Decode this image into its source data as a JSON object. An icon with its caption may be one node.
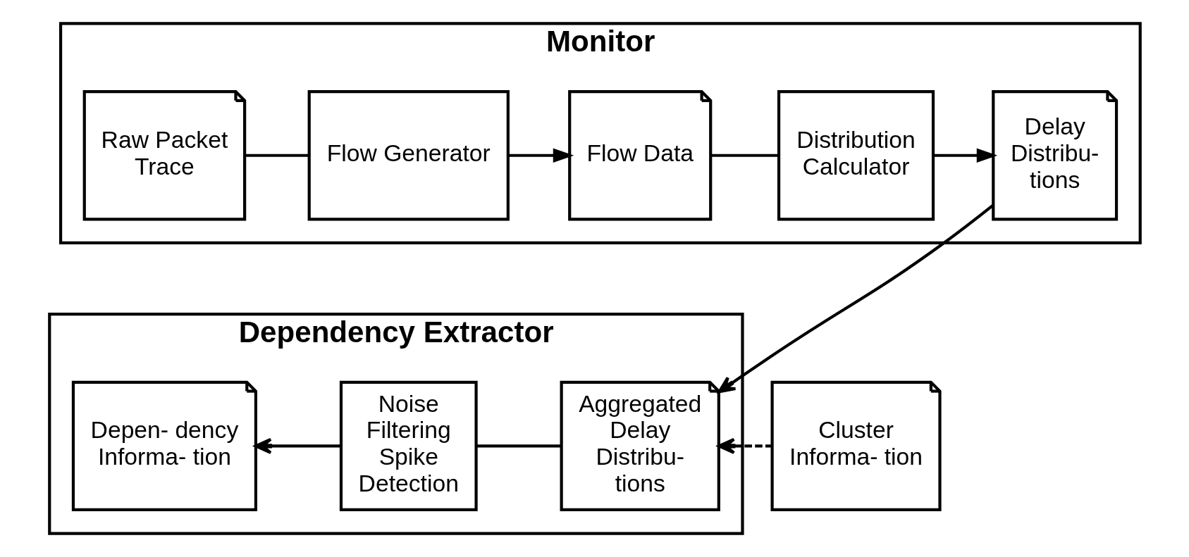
{
  "diagram": {
    "nodes": [
      {
        "text": [
          "Monitor"
        ]
      },
      {
        "text": [
          "Raw Packet Trace"
        ],
        "in": 0
      },
      {
        "text": [
          "Flow Generator"
        ],
        "in": 0
      },
      {
        "text": [
          "Flow Data"
        ],
        "in": 0
      },
      {
        "text": [
          "Distribution Calculator"
        ],
        "in": 0
      },
      {
        "text": [
          "Delay Distribu- tions"
        ],
        "in": 0
      },
      {
        "text": [
          "Dependency Extractor"
        ]
      },
      {
        "text": [
          "Depen- dency Informa- tion"
        ],
        "in": 6
      },
      {
        "text": [
          "Noise Filtering Spike Detection"
        ],
        "in": 6
      },
      {
        "text": [
          "Aggregated Delay Distribu- tions"
        ],
        "in": 6
      },
      {
        "text": [
          "Cluster Informa- tion"
        ]
      }
    ],
    "edges": [
      {
        "from": 1,
        "to": 2,
        "arrow": "none"
      },
      {
        "from": 2,
        "to": 3,
        "arrow": "to"
      },
      {
        "from": 3,
        "to": 4,
        "arrow": "none"
      },
      {
        "from": 4,
        "to": 5,
        "arrow": "to"
      },
      {
        "from": 5,
        "to": 9,
        "arrow": "to"
      },
      {
        "from": 9,
        "to": 8,
        "arrow": "none"
      },
      {
        "from": 8,
        "to": 7,
        "arrow": "to"
      },
      {
        "from": 10,
        "to": 9,
        "arrow": "to",
        "style": "dashed"
      }
    ]
  }
}
